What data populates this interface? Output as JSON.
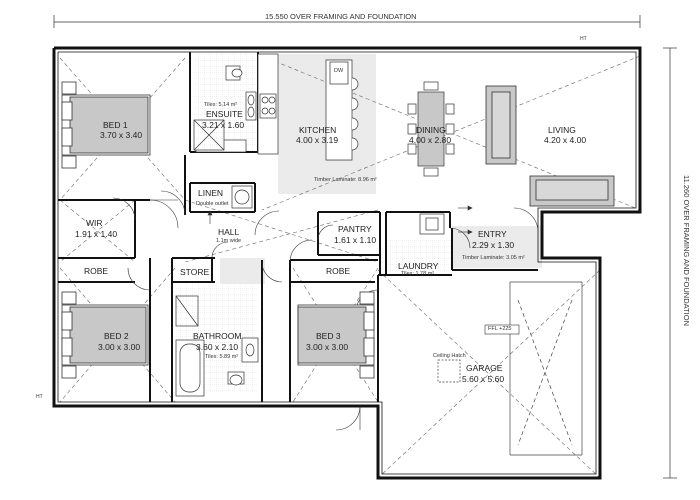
{
  "dimensions": {
    "top": "15.550 OVER FRAMING AND FOUNDATION",
    "right": "11.260 OVER FRAMING AND FOUNDATION"
  },
  "markers": {
    "ht_top": "HT",
    "ht_left": "HT"
  },
  "rooms": {
    "bed1": {
      "name": "BED 1",
      "size": "3.70 x 3.40"
    },
    "ensuite": {
      "name": "ENSUITE",
      "size": "3.21 x 1.60",
      "tiles": "Tiles: 5.14 m²"
    },
    "kitchen": {
      "name": "KITCHEN",
      "size": "4.00 x 3.19",
      "floor": "Timber Laminate: 8.96 m²",
      "dw": "DW"
    },
    "dining": {
      "name": "DINING",
      "size": "4.00 x 2.80"
    },
    "living": {
      "name": "LIVING",
      "size": "4.20 x 4.00"
    },
    "linen": {
      "name": "LINEN",
      "note": "Double outlet"
    },
    "wir": {
      "name": "WIR",
      "size": "1.91 x 1.40"
    },
    "hall": {
      "name": "HALL",
      "note": "1.1m wide"
    },
    "pantry": {
      "name": "PANTRY",
      "size": "1.61 x 1.10"
    },
    "entry": {
      "name": "ENTRY",
      "size": "2.29 x 1.30",
      "floor": "Timber Laminate: 3.05 m²"
    },
    "robe1": {
      "name": "ROBE"
    },
    "store": {
      "name": "STORE"
    },
    "robe2": {
      "name": "ROBE"
    },
    "laundry": {
      "name": "LAUNDRY",
      "tiles": "Tiles: 1.78 m²"
    },
    "bed2": {
      "name": "BED 2",
      "size": "3.00 x 3.00"
    },
    "bathroom": {
      "name": "BATHROOM",
      "size": "3.60 x 2.10",
      "tiles": "Tiles: 5.89 m²"
    },
    "bed3": {
      "name": "BED 3",
      "size": "3.00 x 3.00"
    },
    "garage": {
      "name": "GARAGE",
      "size": "5.60 x 5.60",
      "ffl": "FFL +225",
      "hatch": "Ceiling Hatch"
    }
  }
}
